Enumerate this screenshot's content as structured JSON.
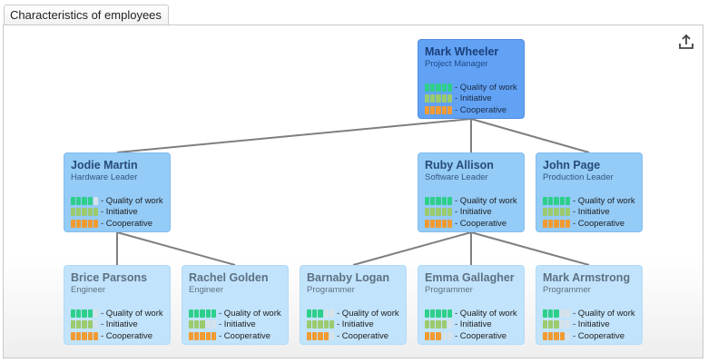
{
  "tab_title": "Characteristics of employees",
  "icons": {
    "export": "export-icon"
  },
  "metric_labels": [
    "- Quality of work",
    "- Initiative",
    "- Cooperative"
  ],
  "colors": {
    "quality": "#2ecf8a",
    "initiative": "#9bcb6d",
    "cooperative": "#f19b33",
    "empty": "#d6e2ea",
    "link": "#7f7f7f"
  },
  "employees": [
    {
      "id": "mark-wheeler",
      "name": "Mark Wheeler",
      "title": "Project Manager",
      "level": 0,
      "ratings": {
        "quality": 5,
        "initiative": 5,
        "cooperative": 5
      }
    },
    {
      "id": "jodie-martin",
      "name": "Jodie Martin",
      "title": "Hardware Leader",
      "level": 1,
      "manager": "mark-wheeler",
      "ratings": {
        "quality": 4,
        "initiative": 5,
        "cooperative": 5
      }
    },
    {
      "id": "ruby-allison",
      "name": "Ruby Allison",
      "title": "Software Leader",
      "level": 1,
      "manager": "mark-wheeler",
      "ratings": {
        "quality": 5,
        "initiative": 5,
        "cooperative": 5
      }
    },
    {
      "id": "john-page",
      "name": "John Page",
      "title": "Production Leader",
      "level": 1,
      "manager": "mark-wheeler",
      "ratings": {
        "quality": 5,
        "initiative": 5,
        "cooperative": 5
      }
    },
    {
      "id": "brice-parsons",
      "name": "Brice Parsons",
      "title": "Engineer",
      "level": 2,
      "manager": "jodie-martin",
      "ratings": {
        "quality": 4,
        "initiative": 4,
        "cooperative": 5
      }
    },
    {
      "id": "rachel-golden",
      "name": "Rachel Golden",
      "title": "Engineer",
      "level": 2,
      "manager": "jodie-martin",
      "ratings": {
        "quality": 5,
        "initiative": 3,
        "cooperative": 5
      }
    },
    {
      "id": "barnaby-logan",
      "name": "Barnaby Logan",
      "title": "Programmer",
      "level": 2,
      "manager": "ruby-allison",
      "ratings": {
        "quality": 3,
        "initiative": 5,
        "cooperative": 4
      }
    },
    {
      "id": "emma-gallagher",
      "name": "Emma Gallagher",
      "title": "Programmer",
      "level": 2,
      "manager": "ruby-allison",
      "ratings": {
        "quality": 5,
        "initiative": 4,
        "cooperative": 3
      }
    },
    {
      "id": "mark-armstrong",
      "name": "Mark Armstrong",
      "title": "Programmer",
      "level": 2,
      "manager": "ruby-allison",
      "ratings": {
        "quality": 3,
        "initiative": 3,
        "cooperative": 4
      }
    }
  ]
}
